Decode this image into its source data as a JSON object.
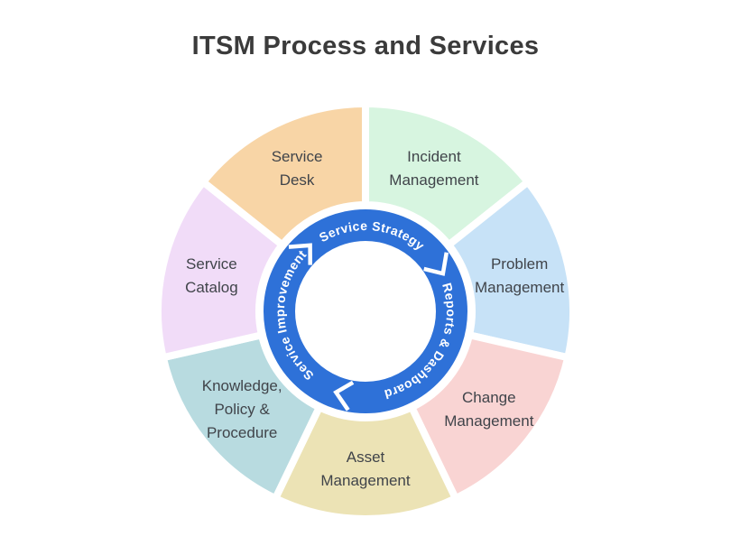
{
  "title": "ITSM Process and Services",
  "colors": {
    "background": "#ffffff",
    "title_text": "#3b3b3b",
    "segment_label_text": "#40444a",
    "ring": "#2e71d8",
    "ring_text": "#ffffff",
    "separator": "#ffffff"
  },
  "chart_data": {
    "type": "pie",
    "subtype": "donut-process-wheel",
    "title": "ITSM Process and Services",
    "legend_position": "none",
    "grid": false,
    "flow_direction": "clockwise",
    "start_angle_deg": 0,
    "segments": [
      {
        "label": "Incident\nManagement",
        "name": "incident-management",
        "value": 1,
        "percent": 14.3,
        "color": "#d7f5e0"
      },
      {
        "label": "Problem\nManagement",
        "name": "problem-management",
        "value": 1,
        "percent": 14.3,
        "color": "#c7e2f7"
      },
      {
        "label": "Change\nManagement",
        "name": "change-management",
        "value": 1,
        "percent": 14.3,
        "color": "#f9d4d3"
      },
      {
        "label": "Asset\nManagement",
        "name": "asset-management",
        "value": 1,
        "percent": 14.3,
        "color": "#ece3b5"
      },
      {
        "label": "Knowledge,\nPolicy &\nProcedure",
        "name": "knowledge-policy-procedure",
        "value": 1,
        "percent": 14.3,
        "color": "#b8dbe0"
      },
      {
        "label": "Service\nCatalog",
        "name": "service-catalog",
        "value": 1,
        "percent": 14.3,
        "color": "#f1dcf8"
      },
      {
        "label": "Service\nDesk",
        "name": "service-desk",
        "value": 1,
        "percent": 14.3,
        "color": "#f8d5a6"
      }
    ],
    "ring_labels": [
      {
        "text": "Service Strategy",
        "name": "service-strategy",
        "position": "top"
      },
      {
        "text": "Reports & Dashboard",
        "name": "reports-dashboard",
        "position": "right-bottom"
      },
      {
        "text": "Service Improvement",
        "name": "service-improvement",
        "position": "left"
      }
    ]
  }
}
